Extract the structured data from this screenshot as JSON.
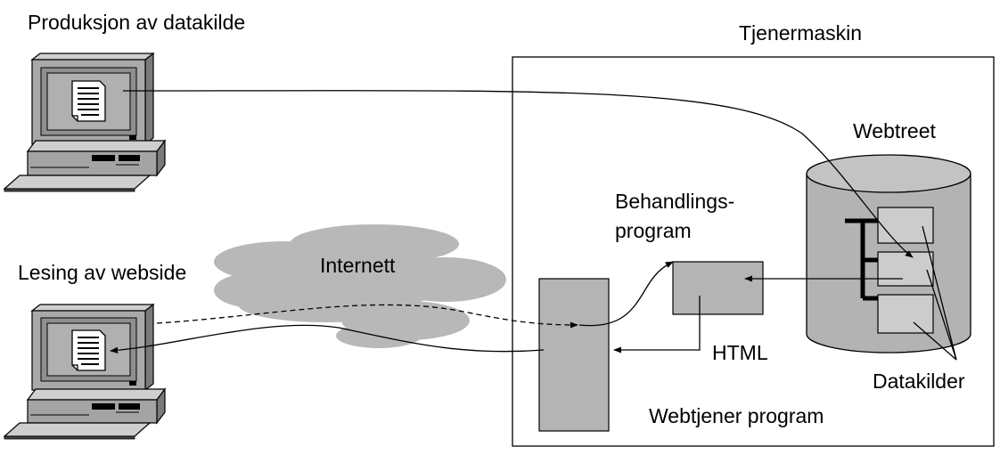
{
  "labels": {
    "production": "Produksjon av datakilde",
    "reading": "Lesing av webside",
    "server_machine": "Tjenermaskin",
    "webtree": "Webtreet",
    "processing_line1": "Behandlings-",
    "processing_line2": "program",
    "internet": "Internett",
    "html": "HTML",
    "datasources": "Datakilder",
    "webserver": "Webtjener program"
  },
  "icons": {
    "computer": "computer-icon",
    "document": "document-icon",
    "cloud": "cloud-icon",
    "database": "database-cylinder-icon"
  },
  "colors": {
    "box_fill": "#b4b4b4",
    "cloud_fill": "#b8b8b8",
    "line": "#000000",
    "background": "#ffffff"
  }
}
